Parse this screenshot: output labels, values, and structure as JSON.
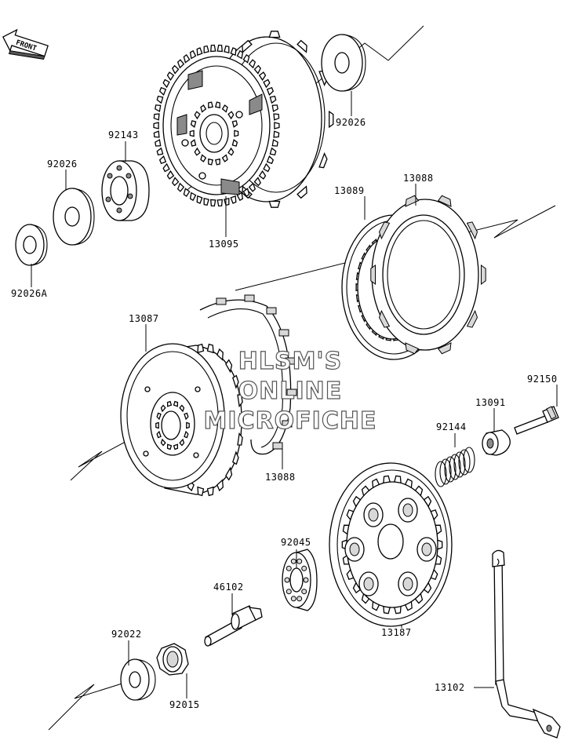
{
  "front_badge": "FRONT",
  "watermark": [
    "HLSM'S",
    "ONLINE",
    "MICROFICHE"
  ],
  "parts": [
    {
      "id": "p13095",
      "number": "13095"
    },
    {
      "id": "p92026_top",
      "number": "92026"
    },
    {
      "id": "p92143",
      "number": "92143"
    },
    {
      "id": "p92026_left",
      "number": "92026"
    },
    {
      "id": "p92026A",
      "number": "92026A"
    },
    {
      "id": "p13089",
      "number": "13089"
    },
    {
      "id": "p13088_top",
      "number": "13088"
    },
    {
      "id": "p13087",
      "number": "13087"
    },
    {
      "id": "p13088_bot",
      "number": "13088"
    },
    {
      "id": "p92150",
      "number": "92150"
    },
    {
      "id": "p13091",
      "number": "13091"
    },
    {
      "id": "p92144",
      "number": "92144"
    },
    {
      "id": "p92045",
      "number": "92045"
    },
    {
      "id": "p46102",
      "number": "46102"
    },
    {
      "id": "p92022",
      "number": "92022"
    },
    {
      "id": "p92015",
      "number": "92015"
    },
    {
      "id": "p13187",
      "number": "13187"
    },
    {
      "id": "p13102",
      "number": "13102"
    }
  ]
}
